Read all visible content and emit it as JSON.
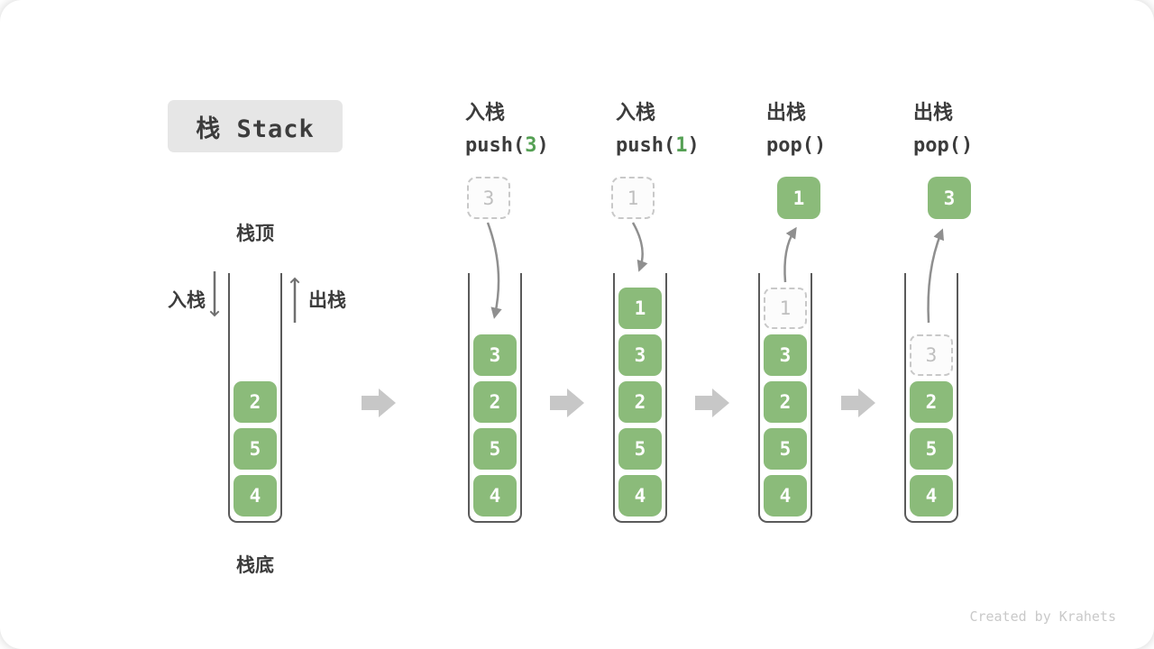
{
  "title": "栈 Stack",
  "watermark": "Created by Krahets",
  "side_labels": {
    "top": "栈顶",
    "bottom": "栈底",
    "push": "入栈",
    "pop": "出栈"
  },
  "operations": [
    {
      "label": "入栈",
      "code_open": "push(",
      "arg": "3",
      "code_close": ")"
    },
    {
      "label": "入栈",
      "code_open": "push(",
      "arg": "1",
      "code_close": ")"
    },
    {
      "label": "出栈",
      "code_open": "pop(",
      "arg": "",
      "code_close": ")"
    },
    {
      "label": "出栈",
      "code_open": "pop(",
      "arg": "",
      "code_close": ")"
    }
  ],
  "stacks": [
    {
      "cells": [
        "2",
        "5",
        "4"
      ]
    },
    {
      "float": "3",
      "cells": [
        "3",
        "2",
        "5",
        "4"
      ]
    },
    {
      "float": "1",
      "cells": [
        "1",
        "3",
        "2",
        "5",
        "4"
      ]
    },
    {
      "float": "1",
      "ghost": "1",
      "cells": [
        "3",
        "2",
        "5",
        "4"
      ]
    },
    {
      "float": "3",
      "ghost": "3",
      "cells": [
        "2",
        "5",
        "4"
      ]
    }
  ],
  "colors": {
    "cell_green": "#8bbb7a",
    "code_arg_green": "#55a054",
    "step_arrow_gray": "#c7c7c7",
    "motion_arrow_gray": "#8f8f8f",
    "badge_bg": "#e6e6e6",
    "text_dark": "#3c3c3c",
    "ghost_border": "#c8c8c8",
    "ghost_text": "#bfbfbf",
    "watermark_gray": "#c9c9c9"
  }
}
